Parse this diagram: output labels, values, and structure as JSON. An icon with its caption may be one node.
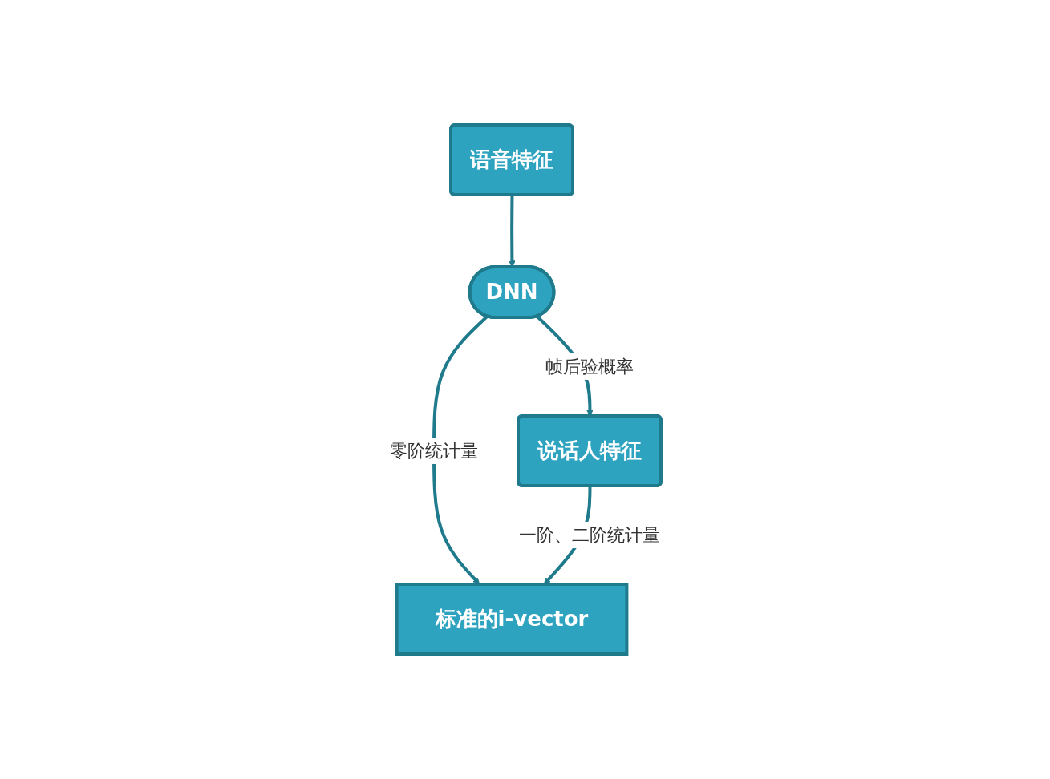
{
  "diagram": {
    "nodes": [
      {
        "text": [
          "语音特征"
        ]
      },
      {
        "text": [
          "DNN"
        ]
      },
      {
        "text": [
          "说话人特征"
        ]
      },
      {
        "text": [
          "标准的i-vector"
        ]
      }
    ],
    "edges": [
      {
        "from": 0,
        "to": 1,
        "arrow": "to"
      },
      {
        "from": 1,
        "to": 2,
        "arrow": "to",
        "label": "帧后验概率"
      },
      {
        "from": 1,
        "to": 3,
        "arrow": "to",
        "label": "零阶统计量"
      },
      {
        "from": 2,
        "to": 3,
        "arrow": "to",
        "label": "一阶、二阶统计量"
      }
    ]
  }
}
